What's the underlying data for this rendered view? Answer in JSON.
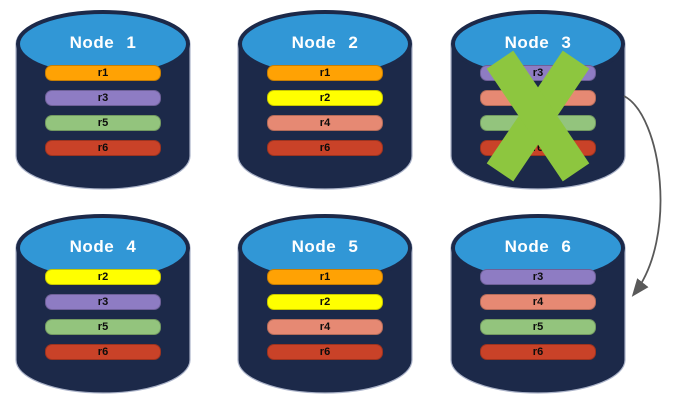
{
  "diagram": {
    "description": "Database replication diagram: six nodes holding replicas r1-r6; Node 3 has failed (green X) and its replicas fail over to Node 6 (curved arrow)."
  },
  "colors": {
    "ui": {
      "cylinder_body": "#1C2949",
      "cylinder_top": "#3197D6",
      "cylinder_outline": "#AAB2C8",
      "failure_x": "#8DC63F",
      "arrow": "#595959",
      "background": "#FFFFFF",
      "title_text": "#FFFFFF",
      "bar_text": "#0C0C0C"
    },
    "replica": {
      "r1": "#FFA204",
      "r2": "#FFFF00",
      "r3": "#8E7CC3",
      "r4": "#E68973",
      "r5": "#93C47D",
      "r6": "#C94228"
    }
  },
  "nodes": [
    {
      "id": "node-1",
      "label": "Node 1",
      "failed": false,
      "replicas": [
        "r1",
        "r3",
        "r5",
        "r6"
      ]
    },
    {
      "id": "node-2",
      "label": "Node 2",
      "failed": false,
      "replicas": [
        "r1",
        "r2",
        "r4",
        "r6"
      ]
    },
    {
      "id": "node-3",
      "label": "Node 3",
      "failed": true,
      "replicas": [
        "r3",
        "r4",
        "r5",
        "r6"
      ]
    },
    {
      "id": "node-4",
      "label": "Node 4",
      "failed": false,
      "replicas": [
        "r2",
        "r3",
        "r5",
        "r6"
      ]
    },
    {
      "id": "node-5",
      "label": "Node 5",
      "failed": false,
      "replicas": [
        "r1",
        "r2",
        "r4",
        "r6"
      ]
    },
    {
      "id": "node-6",
      "label": "Node 6",
      "failed": false,
      "replicas": [
        "r3",
        "r4",
        "r5",
        "r6"
      ]
    }
  ],
  "failure_marker": {
    "glyph": "X",
    "on_node": "Node 3"
  },
  "arrow": {
    "from": "Node 3",
    "to": "Node 6",
    "meaning": "failover of replicas"
  }
}
